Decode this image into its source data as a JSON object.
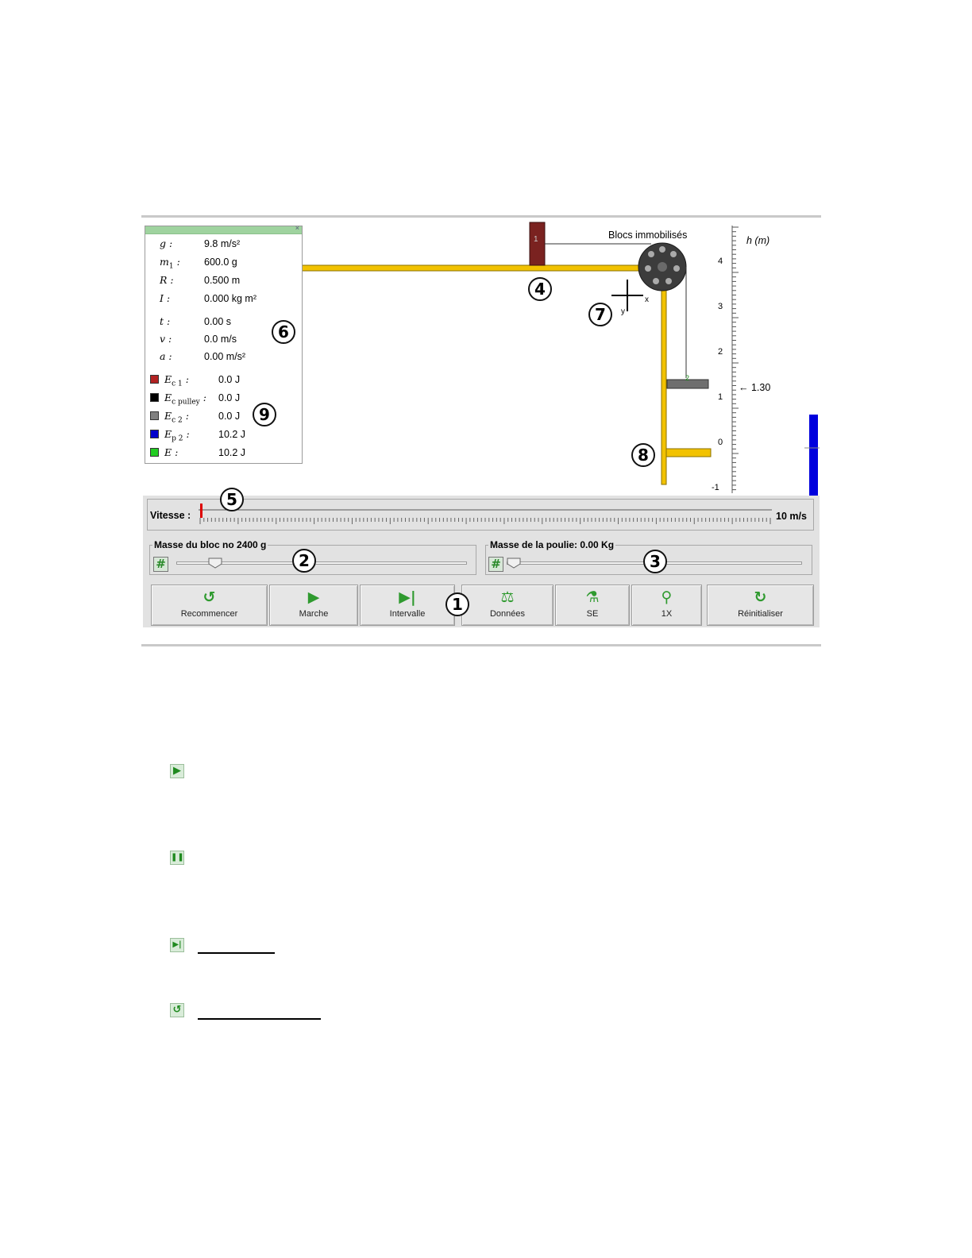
{
  "panel": {
    "params": [
      {
        "sym": "g",
        "sub": "",
        "value": "9.8 m/s²"
      },
      {
        "sym": "m",
        "sub": "1",
        "value": "600.0 g"
      },
      {
        "sym": "R",
        "sub": "",
        "value": "0.500 m"
      },
      {
        "sym": "I",
        "sub": "",
        "value": "0.000 kg m²"
      }
    ],
    "state": [
      {
        "sym": "t",
        "sub": "",
        "value": "0.00 s"
      },
      {
        "sym": "v",
        "sub": "",
        "value": "0.0 m/s"
      },
      {
        "sym": "a",
        "sub": "",
        "value": "0.00 m/s²"
      }
    ],
    "energies": [
      {
        "sym": "E",
        "sub": "c 1",
        "value": "0.0 J",
        "color": "#b22222"
      },
      {
        "sym": "E",
        "sub": "c pulley",
        "value": "0.0 J",
        "color": "#000000"
      },
      {
        "sym": "E",
        "sub": "c 2",
        "value": "0.0 J",
        "color": "#808080"
      },
      {
        "sym": "E",
        "sub": "p 2",
        "value": "10.2 J",
        "color": "#0000cc"
      },
      {
        "sym": "E",
        "sub": "",
        "value": "10.2 J",
        "color": "#22cc22"
      }
    ]
  },
  "scene": {
    "blocks_label": "Blocs immobilisés",
    "ruler_title": "h (m)",
    "ruler_ticks": [
      "4",
      "3",
      "2",
      "1",
      "0",
      "-1"
    ],
    "height_marker": "← 1.30",
    "block1_label": "1",
    "block2_label": "2",
    "axis_x": "x",
    "axis_y": "y"
  },
  "markers": [
    "1",
    "2",
    "3",
    "4",
    "5",
    "6",
    "7",
    "8",
    "9"
  ],
  "speed": {
    "label": "Vitesse :",
    "max": "10 m/s",
    "value": 0
  },
  "mass_block": {
    "label": "Masse du bloc no 2400 g",
    "fraction": 0.11
  },
  "mass_pulley": {
    "label": "Masse de la poulie: 0.00 Kg",
    "fraction": 0.0
  },
  "hash_symbol": "#",
  "buttons": [
    {
      "icon": "↺",
      "label": "Recommencer",
      "name": "restart-button"
    },
    {
      "icon": "▶",
      "label": "Marche",
      "name": "play-button"
    },
    {
      "icon": "▶|",
      "label": "Intervalle",
      "name": "step-button"
    },
    {
      "icon": "⚖",
      "label": "Données",
      "name": "data-button"
    },
    {
      "icon": "⚗",
      "label": "SE",
      "name": "se-button"
    },
    {
      "icon": "⚲",
      "label": "1X",
      "name": "zoom-button"
    },
    {
      "icon": "↻",
      "label": "Réinitialiser",
      "name": "reset-button"
    }
  ],
  "legend_icons": [
    {
      "icon": "▶",
      "name": "play-icon"
    },
    {
      "icon": "❚❚",
      "name": "pause-icon"
    },
    {
      "icon": "▶|",
      "name": "step-icon"
    },
    {
      "icon": "↺",
      "name": "restart-icon"
    }
  ],
  "colors": {
    "rail": "#f2c200",
    "energy_bar": "#0000dd",
    "speed_marker": "#dd0000",
    "button_icon": "#2f9a2f"
  }
}
